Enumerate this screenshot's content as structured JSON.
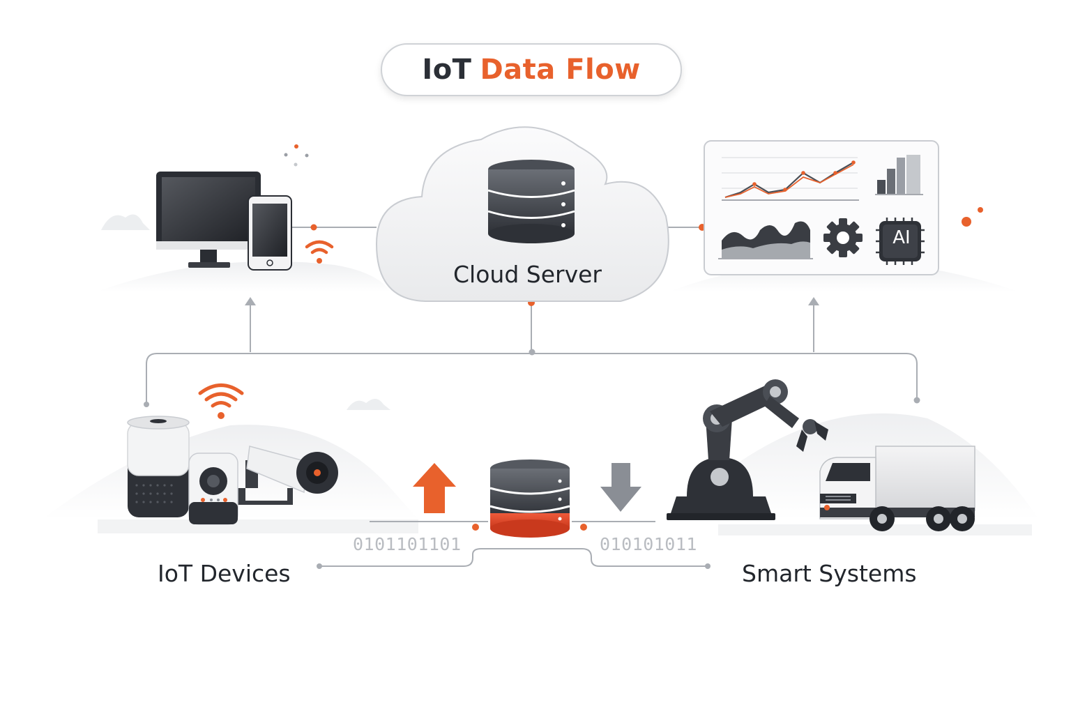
{
  "title": {
    "dark": "IoT",
    "accent": "Data Flow"
  },
  "nodes": {
    "cloud": "Cloud Server",
    "devices": "IoT Devices",
    "systems": "Smart Systems"
  },
  "binary": {
    "left": "0101101101",
    "right": "010101011"
  },
  "ai_chip": "AI",
  "colors": {
    "accent": "#e8612c",
    "dark": "#2b2f36",
    "line": "#a9adb3",
    "muted": "#b9bcc1"
  }
}
